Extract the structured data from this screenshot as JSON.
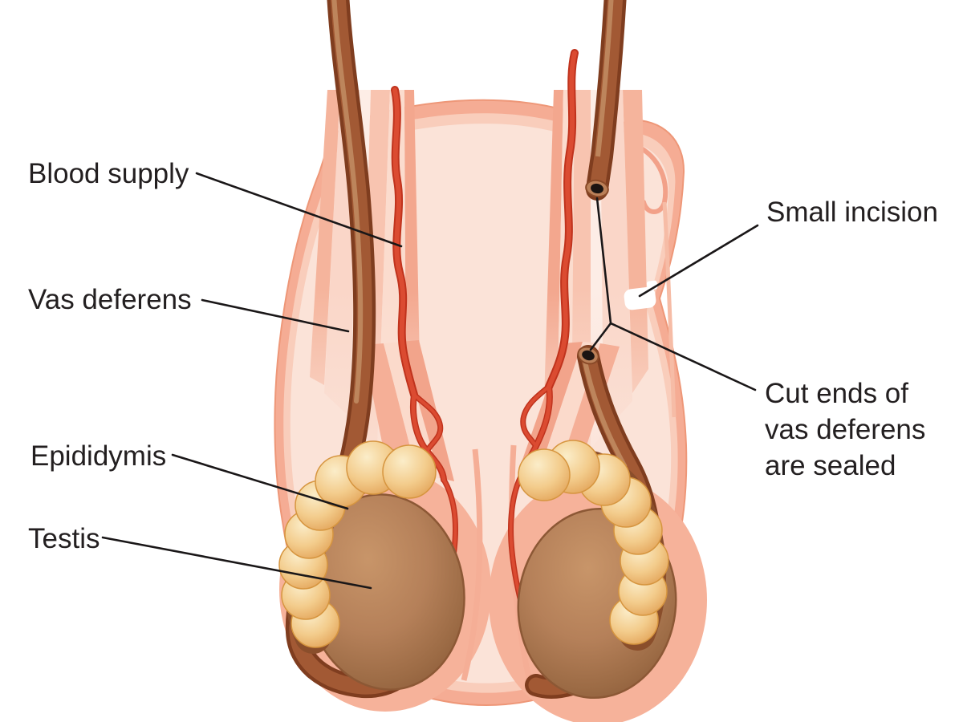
{
  "labels": {
    "blood_supply": "Blood supply",
    "vas_deferens": "Vas deferens",
    "epididymis": "Epididymis",
    "testis": "Testis",
    "small_incision": "Small incision",
    "cut_ends_line1": "Cut ends of",
    "cut_ends_line2": "vas deferens",
    "cut_ends_line3": "are sealed"
  },
  "colors": {
    "background": "#FFFFFF",
    "label_text": "#231F20",
    "leader_line": "#1A1718",
    "scrotum_band": "#F5AC94",
    "scrotum_band_light": "#F9CDBB",
    "scrotum_interior": "#FBE3D8",
    "cord_streak_dark": "#F2A48B",
    "cord_streak_light": "#FBDACB",
    "vessel_red": "#DB4B31",
    "vessel_red_dark": "#C0331D",
    "vas_deferens_dark": "#7F3D1F",
    "vas_deferens_mid": "#A25934",
    "vas_deferens_highlight": "#C08A60",
    "testis_brown": "#B58059",
    "epididymis_gold": "#F3CC8C",
    "epididymis_shadow": "#8A4E2B",
    "cut_end_dot": "#1A1412",
    "incision_white": "#FFFFFF"
  }
}
